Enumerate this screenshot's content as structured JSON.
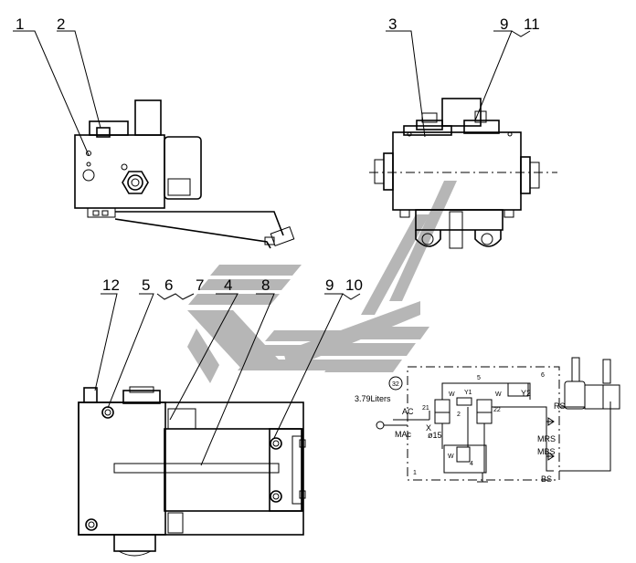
{
  "callouts": {
    "c1": "1",
    "c2": "2",
    "c3": "3",
    "c9a": "9",
    "c11": "11",
    "c12": "12",
    "c5": "5",
    "c6": "6",
    "c7": "7",
    "c4": "4",
    "c8": "8",
    "c9b": "9",
    "c10": "10"
  },
  "schematic": {
    "volume": "3.79Liters",
    "ac": "AC",
    "mac": "MAc",
    "x": "X",
    "orifice": "ø15",
    "y1": "Y1",
    "y2": "Y2",
    "w1": "W",
    "w2": "W",
    "w3": "W",
    "rs": "RS",
    "mrs": "MRS",
    "mbs": "MBS",
    "bs": "BS",
    "n1": "1",
    "n2": "2",
    "n21": "21",
    "n22": "22",
    "n5": "5",
    "n6": "6",
    "n4": "4",
    "n32": "32"
  },
  "colors": {
    "line": "#000000",
    "watermark": "#9e9e9e",
    "background": "#ffffff"
  }
}
